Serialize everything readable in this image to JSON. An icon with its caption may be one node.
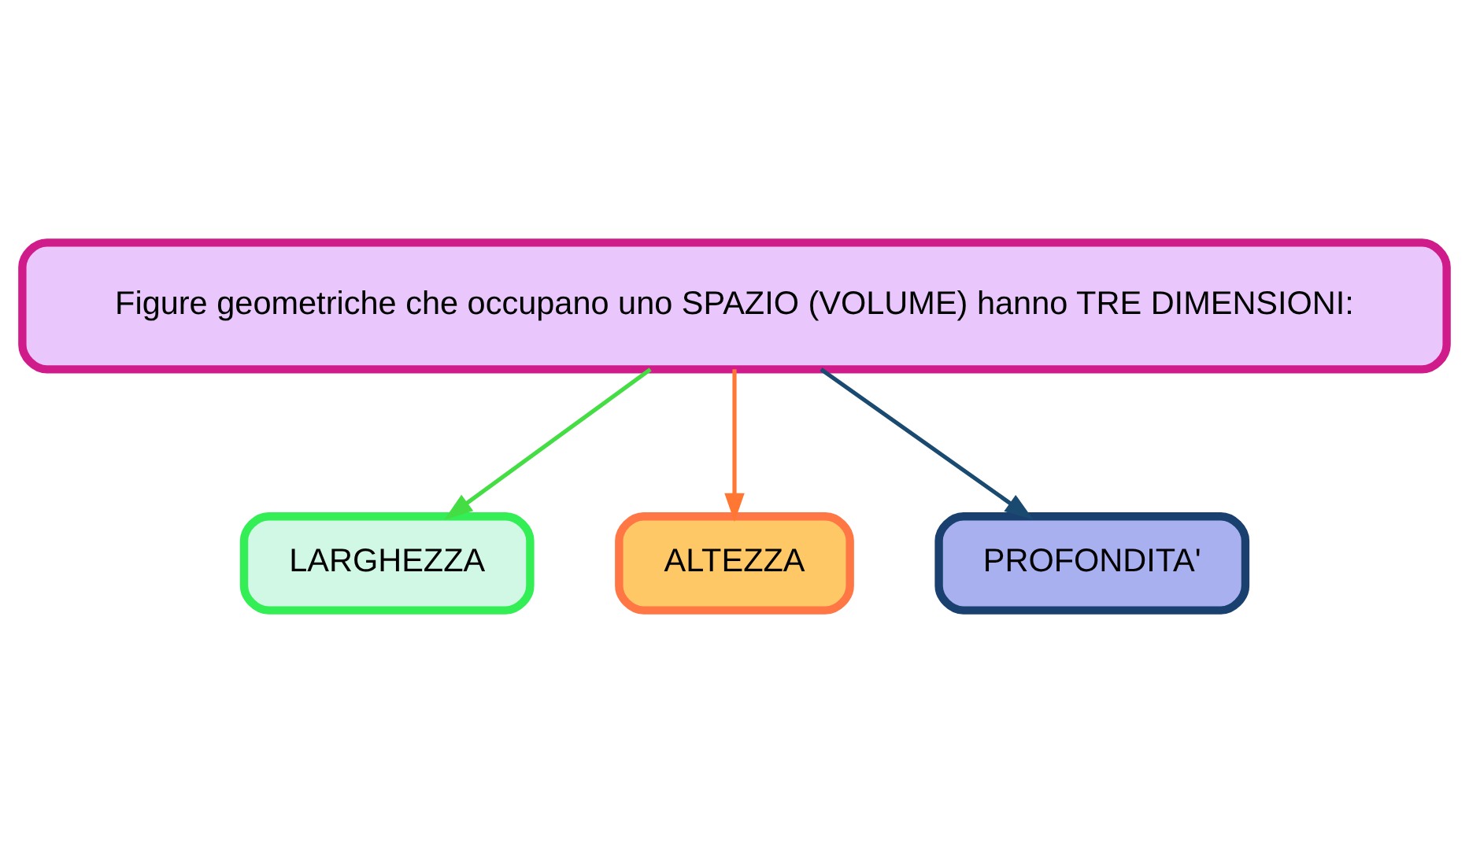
{
  "diagram": {
    "nodes": [
      {
        "text": [
          "Figure geometriche che occupano uno SPAZIO (VOLUME) hanno TRE DIMENSIONI:"
        ]
      },
      {
        "text": [
          "LARGHEZZA"
        ]
      },
      {
        "text": [
          "ALTEZZA"
        ]
      },
      {
        "text": [
          "PROFONDITA'"
        ]
      }
    ],
    "edges": [
      {
        "from": 0,
        "to": 1,
        "arrow": "to",
        "color": "#44dd44"
      },
      {
        "from": 0,
        "to": 2,
        "arrow": "to",
        "color": "#ff7733"
      },
      {
        "from": 0,
        "to": 3,
        "arrow": "to",
        "color": "#1a4a70"
      }
    ]
  }
}
